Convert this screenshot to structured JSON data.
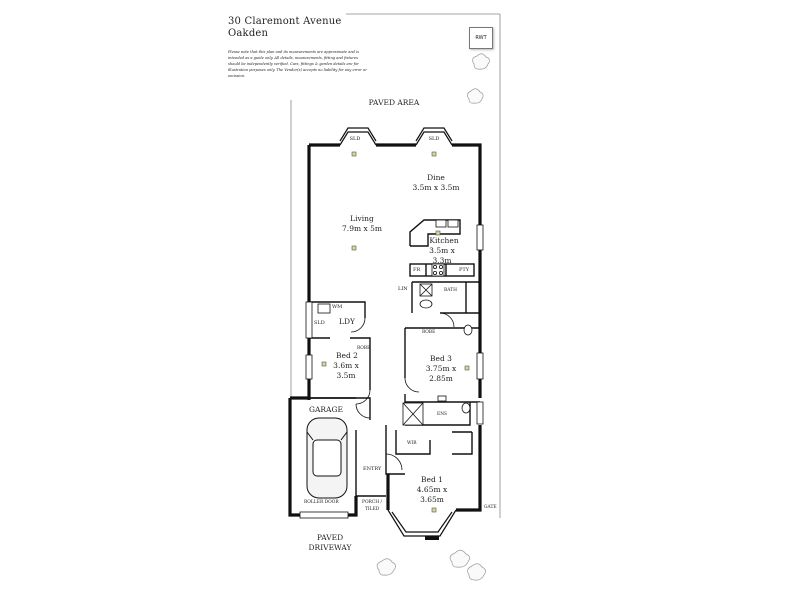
{
  "header": {
    "address_line1": "30 Claremont Avenue",
    "address_line2": "Oakden",
    "disclaimer": "Please note that this plan and its measurements are approximate and is intended as a guide only. All details, measurements, fitting and fixtures should be independently verified. Cars, fittings & garden details are for illustration purposes only. The Vendor(s) accepts no liability for any error or omission."
  },
  "logo": {
    "text": "RWT"
  },
  "site": {
    "paved_area": "PAVED AREA",
    "paved_driveway_line1": "PAVED",
    "paved_driveway_line2": "DRIVEWAY",
    "gate": "GATE"
  },
  "rooms": {
    "dine": {
      "name": "Dine",
      "size": "3.5m x 3.5m"
    },
    "living": {
      "name": "Living",
      "size": "7.9m x 5m"
    },
    "kitchen": {
      "name": "Kitchen",
      "size_line1": "3.5m x",
      "size_line2": "3.3m"
    },
    "laundry": {
      "name": "LDY"
    },
    "bed2": {
      "name": "Bed 2",
      "size_line1": "3.6m x",
      "size_line2": "3.5m"
    },
    "bed3": {
      "name": "Bed 3",
      "size_line1": "3.75m x",
      "size_line2": "2.85m"
    },
    "bed1": {
      "name": "Bed 1",
      "size_line1": "4.65m x",
      "size_line2": "3.65m"
    },
    "garage": {
      "name": "GARAGE",
      "door": "ROLLER DOOR"
    },
    "entry": {
      "name": "ENTRY"
    },
    "porch_line1": "PORCH /",
    "porch_line2": "TILED"
  },
  "fixtures": {
    "sld_1": "SLD",
    "sld_2": "SLD",
    "sld_ldy": "SLD",
    "wm": "WM",
    "fr": "FR",
    "pty": "PTY",
    "lin": "LIN",
    "bath": "BATH",
    "robe_bed2": "ROBE",
    "robe_bed3": "ROBE",
    "ens": "ENS",
    "wir": "WIR"
  }
}
